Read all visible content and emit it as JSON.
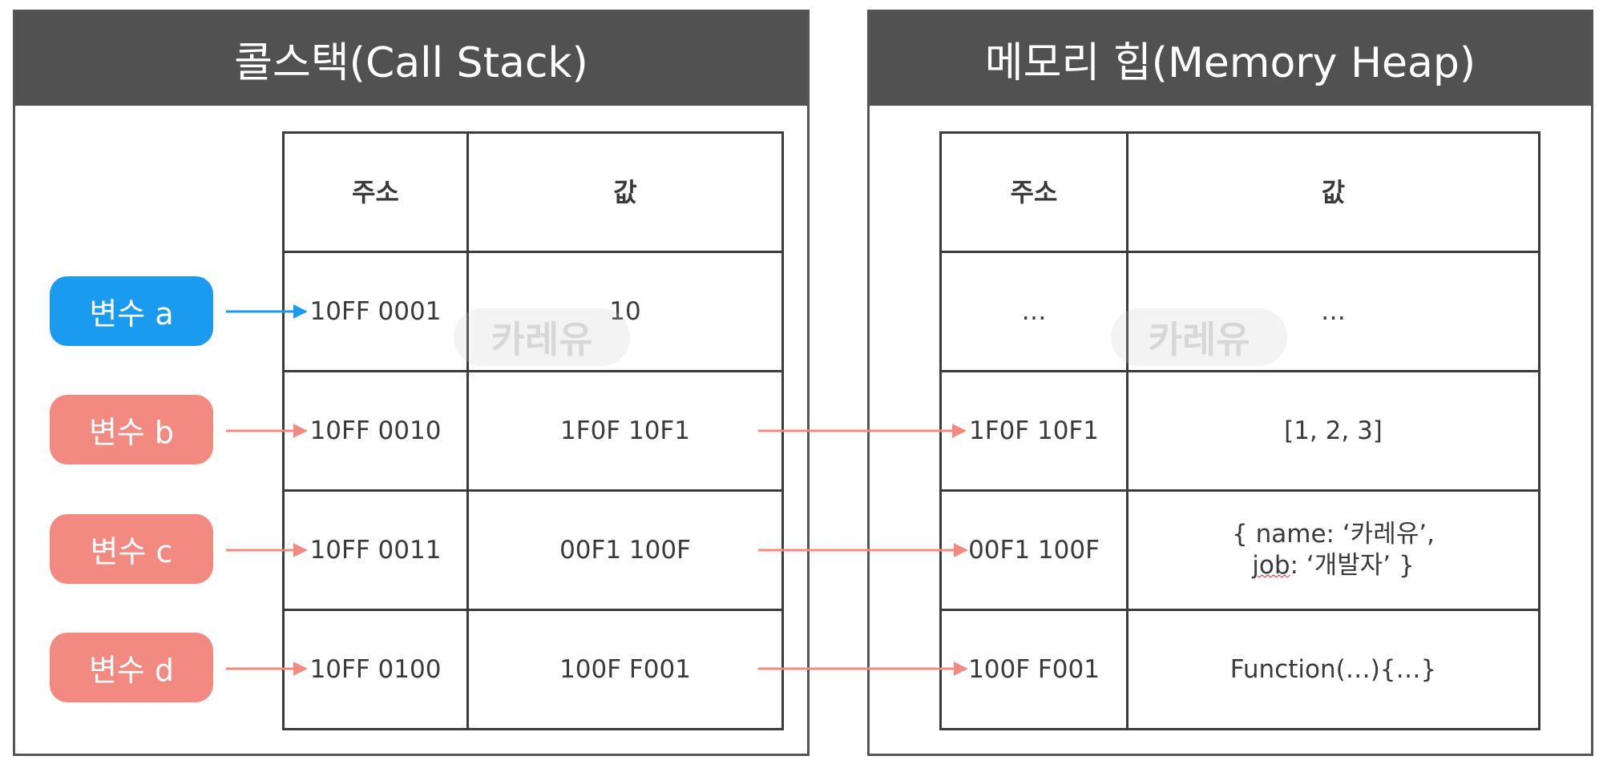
{
  "call_stack": {
    "title": "콜스택(Call Stack)",
    "headers": {
      "address": "주소",
      "value": "값"
    },
    "rows": [
      {
        "address": "10FF 0001",
        "value": "10"
      },
      {
        "address": "10FF 0010",
        "value": "1F0F 10F1"
      },
      {
        "address": "10FF 0011",
        "value": "00F1 100F"
      },
      {
        "address": "10FF 0100",
        "value": "100F F001"
      }
    ],
    "watermark": "카레유"
  },
  "memory_heap": {
    "title": "메모리 힙(Memory Heap)",
    "headers": {
      "address": "주소",
      "value": "값"
    },
    "rows": [
      {
        "address": "…",
        "value": "…"
      },
      {
        "address": "1F0F 10F1",
        "value": "[1, 2, 3]"
      },
      {
        "address": "00F1 100F",
        "value_line1": "{ name: ‘카레유’,",
        "value_line2_word": "job",
        "value_line2_rest": ": ‘개발자’ }"
      },
      {
        "address": "100F F001",
        "value": "Function(…){…}"
      }
    ],
    "watermark": "카레유"
  },
  "variables": [
    {
      "label": "변수 a",
      "color": "#1a9bf0"
    },
    {
      "label": "변수 b",
      "color": "#f28a82"
    },
    {
      "label": "변수 c",
      "color": "#f28a82"
    },
    {
      "label": "변수 d",
      "color": "#f28a82"
    }
  ],
  "colors": {
    "header_bg": "#515151",
    "primitive_arrow": "#1a9bf0",
    "reference_arrow": "#f28a82"
  }
}
